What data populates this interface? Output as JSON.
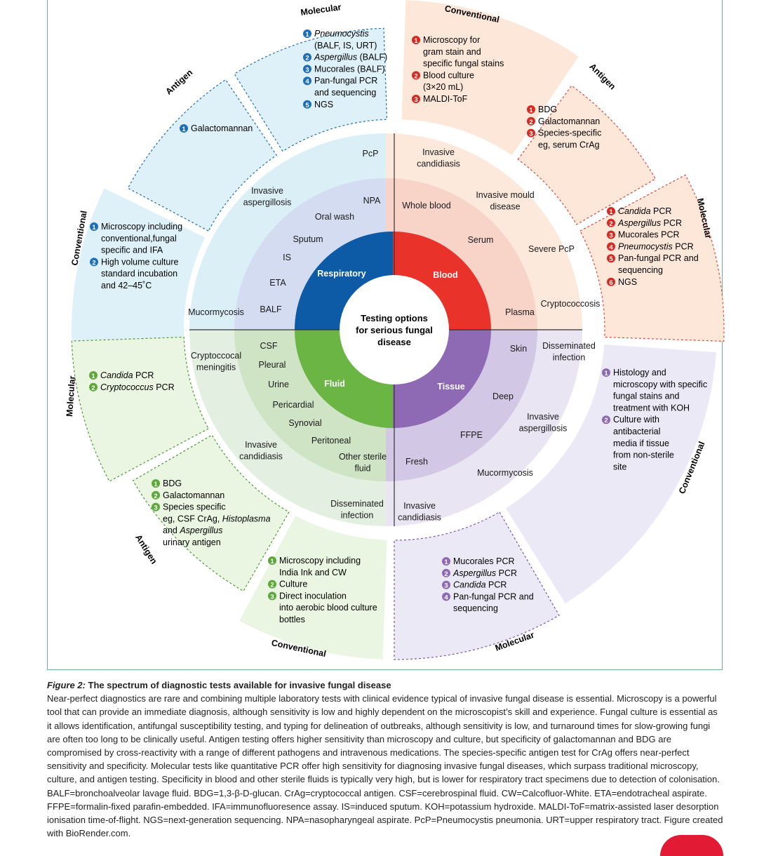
{
  "center_label": [
    "Testing options",
    "for serious fungal",
    "disease"
  ],
  "colors": {
    "respiratory": "#0d5aa7",
    "blood": "#e8322a",
    "fluid": "#6bb544",
    "tissue": "#8e6ab5",
    "resp_mid": "#d4dcf2",
    "resp_outer": "#dbeff7",
    "blood_mid": "#f8d4c8",
    "blood_outer": "#fde9dc",
    "fluid_mid": "#cfe3c5",
    "fluid_outer": "#e3efe0",
    "tissue_mid": "#d2c7e4",
    "tissue_outer": "#e9e5f3",
    "box_blue": "#def1f9",
    "box_orange": "#fde7d8",
    "box_green": "#eaf5e2",
    "box_purple": "#ece9f7"
  },
  "sectors": {
    "respiratory": {
      "label": "Respiratory",
      "specimens": [
        "NPA",
        "Oral wash",
        "Sputum",
        "IS",
        "ETA",
        "BALF"
      ],
      "diseases": [
        "PcP",
        "Invasive\naspergillosis",
        "Mucormycosis"
      ]
    },
    "blood": {
      "label": "Blood",
      "specimens": [
        "Whole blood",
        "Serum",
        "Plasma"
      ],
      "diseases": [
        "Invasive\ncandidiasis",
        "Invasive mould\ndisease",
        "Severe PcP",
        "Cryptococcosis"
      ]
    },
    "fluid": {
      "label": "Fluid",
      "specimens": [
        "CSF",
        "Pleural",
        "Urine",
        "Pericardial",
        "Synovial",
        "Peritoneal",
        "Other sterile\nfluid"
      ],
      "diseases": [
        "Cryptoccocal\nmeningitis",
        "Invasive\ncandidiasis",
        "Disseminated\ninfection"
      ]
    },
    "tissue": {
      "label": "Tissue",
      "specimens": [
        "Skin",
        "Deep",
        "FFPE",
        "Fresh"
      ],
      "diseases": [
        "Disseminated\ninfection",
        "Invasive\naspergillosis",
        "Mucormycosis",
        "Invasive\ncandidiasis"
      ]
    }
  },
  "outer_labels": {
    "resp_molecular": "Molecular",
    "resp_antigen": "Antigen",
    "resp_conventional": "Conventional",
    "blood_conventional": "Conventional",
    "blood_antigen": "Antigen",
    "blood_molecular": "Molecular",
    "tissue_conventional": "Conventional",
    "tissue_molecular": "Molecular",
    "fluid_conventional": "Conventional",
    "fluid_antigen": "Antigen",
    "fluid_molecular": "Molecular"
  },
  "boxes": {
    "resp_molecular": [
      "Pneumocystis\n(BALF, IS, URT)",
      "Aspergillus (BALF)",
      "Mucorales (BALF)",
      "Pan-fungal PCR\nand sequencing",
      "NGS"
    ],
    "resp_antigen": [
      "Galactomannan"
    ],
    "resp_conventional": [
      "Microscopy including\nconventional,fungal\nspecific and IFA",
      "High volume culture\nstandard incubation\nand 42–45˚C"
    ],
    "blood_conventional": [
      "Microscopy for\ngram stain and\nspecific fungal stains",
      "Blood culture\n(3×20 mL)",
      "MALDI-ToF"
    ],
    "blood_antigen": [
      "BDG",
      "Galactomannan",
      "Species-specific\neg, serum CrAg"
    ],
    "blood_molecular": [
      "Candida PCR",
      "Aspergillus PCR",
      "Mucorales PCR",
      "Pneumocystis PCR",
      "Pan-fungal PCR and\nsequencing",
      "NGS"
    ],
    "tissue_conventional": [
      "Histology and\nmicroscopy with specific\nfungal stains and\ntreatment with KOH",
      "Culture with\nantibacterial\nmedia if tissue\nfrom non-sterile\nsite"
    ],
    "tissue_molecular": [
      "Mucorales PCR",
      "Aspergillus PCR",
      "Candida PCR",
      "Pan-fungal PCR and\nsequencing"
    ],
    "fluid_conventional": [
      "Microscopy including\nIndia Ink and CW",
      "Culture",
      "Direct inoculation\ninto aerobic blood culture\nbottles"
    ],
    "fluid_antigen": [
      "BDG",
      "Galactomannan",
      "Species specific\neg, CSF CrAg, Histoplasma\nand Aspergillus\nurinary antigen"
    ],
    "fluid_molecular": [
      "Candida PCR",
      "Cryptococcus PCR"
    ]
  },
  "caption": {
    "figure_label": "Figure 2:",
    "title": "The spectrum of diagnostic tests available for invasive fungal disease",
    "body": "Near-perfect diagnostics are rare and combining multiple laboratory tests with clinical evidence typical of invasive fungal disease is essential. Microscopy is a powerful tool that can provide an immediate diagnosis, although sensitivity is low and highly dependent on the microscopist’s skill and experience. Fungal culture is essential as it allows identification, antifungal susceptibility testing, and typing for delineation of outbreaks, although sensitivity is low, and turnaround times for slow-growing fungi are often too long to be clinically useful. Antigen testing offers higher sensitivity than microscopy and culture, but specificity of galactomannan and BDG are compromised by cross-reactivity with a range of different pathogens and intravenous medications. The species-specific antigen test for CrAg offers near-perfect sensitivity and specificity. Molecular tests like quantitative PCR offer high sensitivity for diagnosing invasive fungal diseases, which surpass traditional microscopy, culture, and antigen testing. Specificity in blood and other sterile fluids is typically very high, but is lower for respiratory tract specimens due to detection of colonisation. BALF=bronchoalveolar lavage fluid. BDG=1,3-β-D-glucan. CrAg=cryptococcal antigen. CSF=cerebrospinal fluid. CW=Calcofluor-White. ETA=endotracheal aspirate. FFPE=formalin-fixed parafin-embedded. IFA=immunofluoresence assay. IS=induced sputum. KOH=potassium hydroxide. MALDI-ToF=matrix-assisted laser desorption ionisation time-of-flight. NGS=next-generation sequencing. NPA=nasopharyngeal aspirate. PcP=Pneumocystis pneumonia. URT=upper respiratory tract. Figure created with BioRender.com."
  }
}
